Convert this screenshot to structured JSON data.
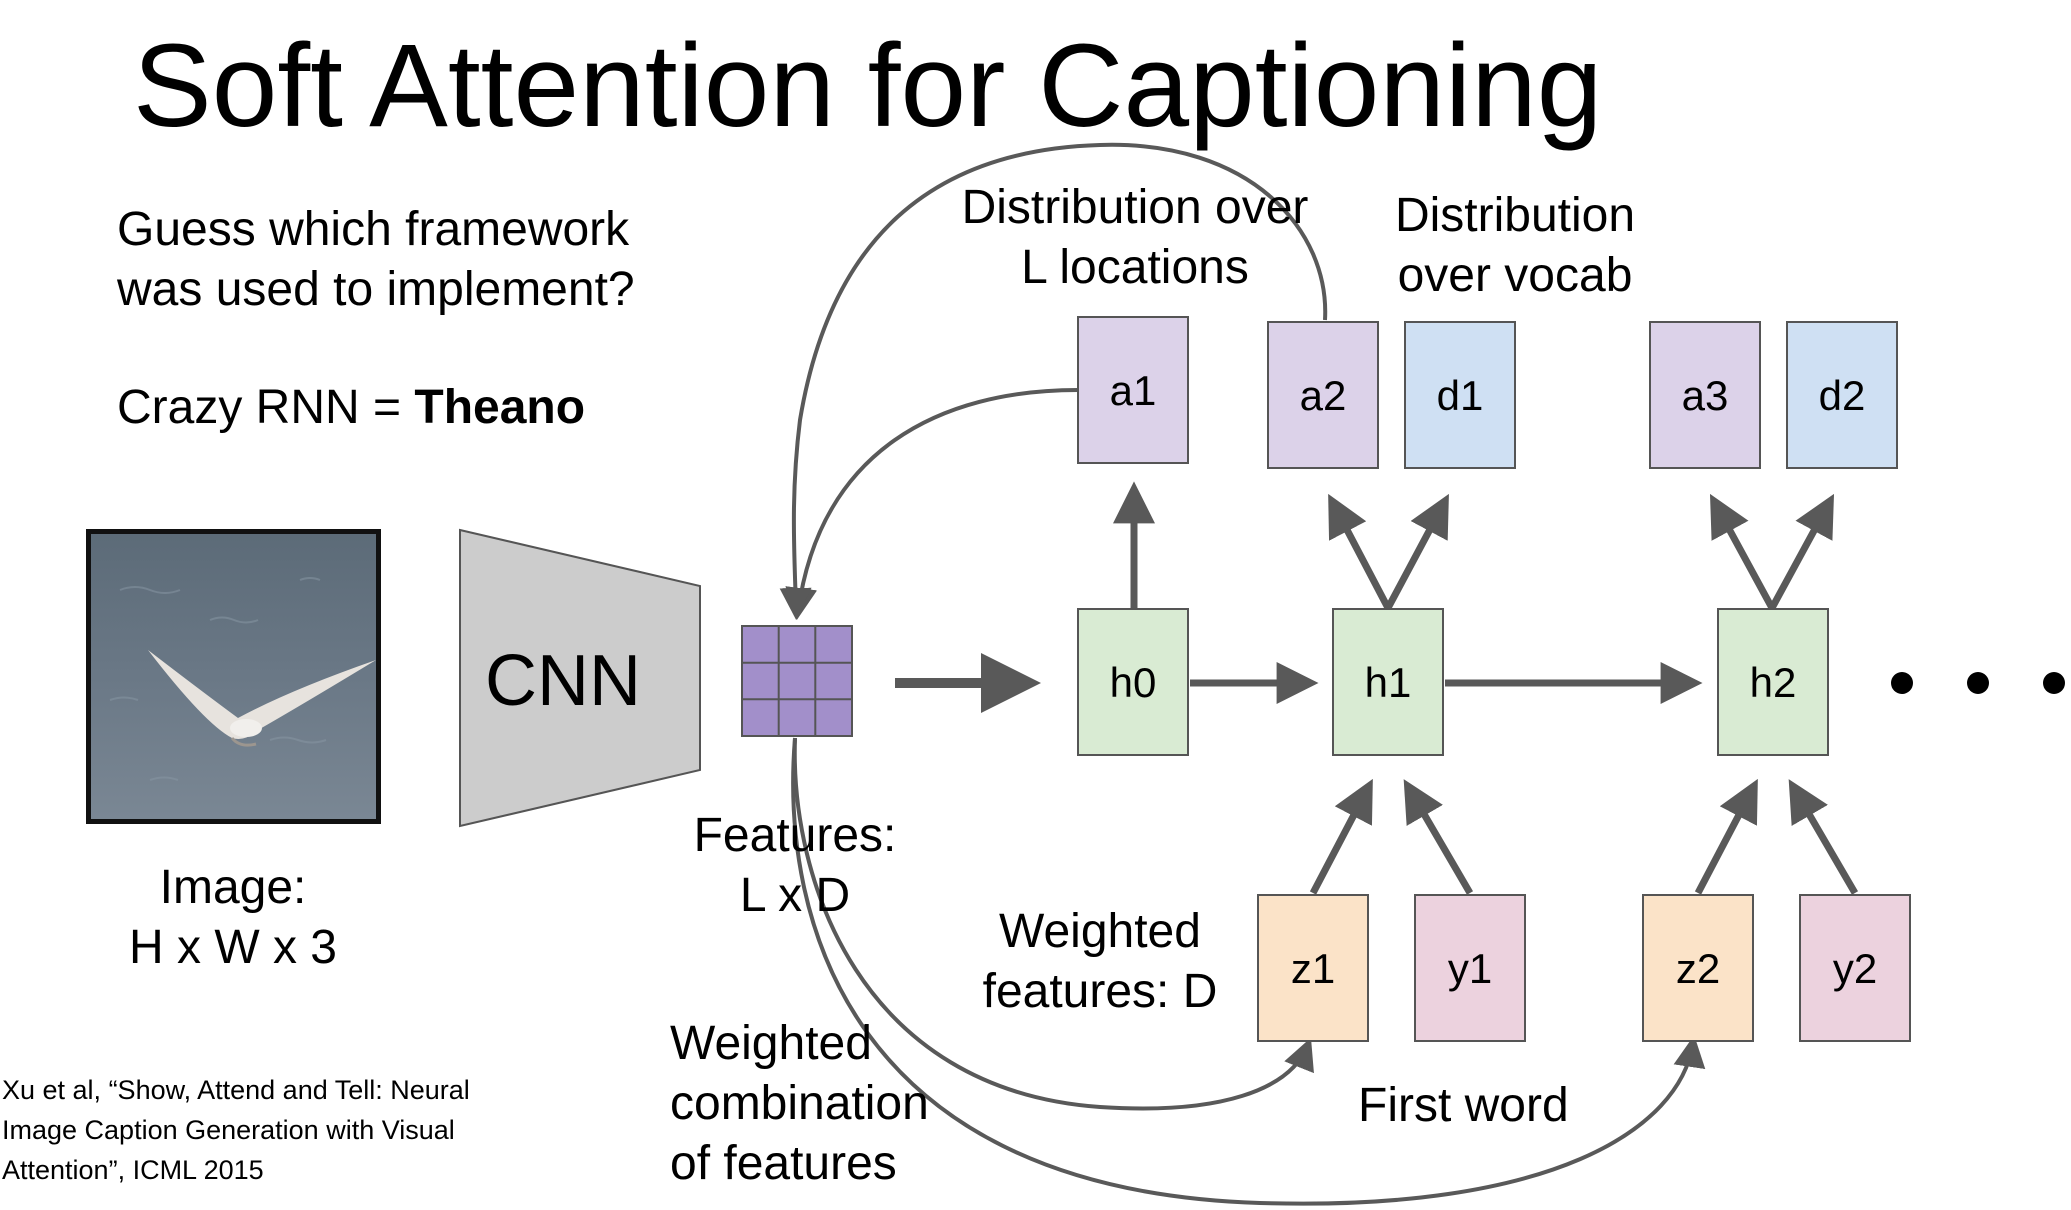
{
  "title": "Soft Attention for Captioning",
  "question": {
    "line1": "Guess which framework",
    "line2": "was used to implement?"
  },
  "answer": {
    "prefix": "Crazy RNN = ",
    "bold": "Theano"
  },
  "image_label": {
    "line1": "Image:",
    "line2": "H x W x 3"
  },
  "cnn_label": "CNN",
  "features_label": {
    "line1": "Features:",
    "line2": "L x D"
  },
  "attention_label": {
    "line1": "Distribution over",
    "line2": "L locations"
  },
  "vocab_label": {
    "line1": "Distribution",
    "line2": "over vocab"
  },
  "weighted_features_label": {
    "line1": "Weighted",
    "line2": "features: D"
  },
  "weighted_combination_label": {
    "line1": "Weighted",
    "line2": "combination",
    "line3": "of features"
  },
  "first_word_label": "First word",
  "nodes": {
    "a1": "a1",
    "a2": "a2",
    "a3": "a3",
    "d1": "d1",
    "d2": "d2",
    "h0": "h0",
    "h1": "h1",
    "h2": "h2",
    "z1": "z1",
    "z2": "z2",
    "y1": "y1",
    "y2": "y2"
  },
  "citation": {
    "line1": "Xu et al, “Show, Attend and Tell: Neural",
    "line2": "Image Caption Generation with Visual",
    "line3": "Attention”, ICML 2015"
  },
  "colors": {
    "attention": "#dcd2e9",
    "vocab": "#cfe0f3",
    "hidden": "#d9ebd3",
    "weighted": "#fbe3c8",
    "word": "#ecd2de",
    "features_grid": "#a28fca",
    "cnn": "#cccccc",
    "arrow": "#595959"
  }
}
